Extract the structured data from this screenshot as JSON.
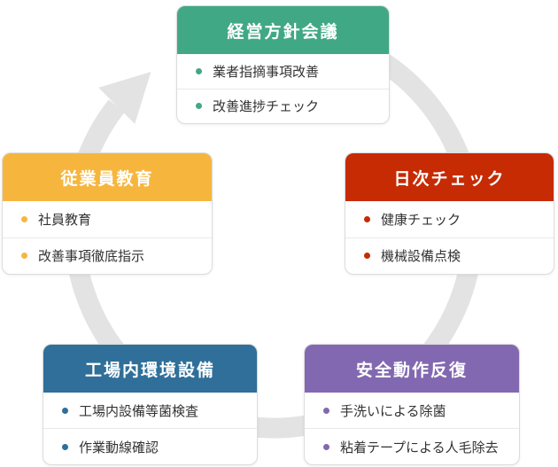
{
  "page": {
    "background": "#ffffff"
  },
  "ring": {
    "color": "#e3e3e3",
    "direction": "clockwise"
  },
  "cards": [
    {
      "title": "経営方針会議",
      "accent": "#41a885",
      "position": "top",
      "items": [
        "業者指摘事項改善",
        "改善進捗チェック"
      ]
    },
    {
      "title": "日次チェック",
      "accent": "#c62b04",
      "position": "right",
      "items": [
        "健康チェック",
        "機械設備点検"
      ]
    },
    {
      "title": "安全動作反復",
      "accent": "#8268b0",
      "position": "bottom-right",
      "items": [
        "手洗いによる除菌",
        "粘着テープによる人毛除去"
      ]
    },
    {
      "title": "工場内環境設備",
      "accent": "#2f6f99",
      "position": "bottom-left",
      "items": [
        "工場内設備等菌検査",
        "作業動線確認"
      ]
    },
    {
      "title": "従業員教育",
      "accent": "#f6b63e",
      "position": "left",
      "items": [
        "社員教育",
        "改善事項徹底指示"
      ]
    }
  ]
}
